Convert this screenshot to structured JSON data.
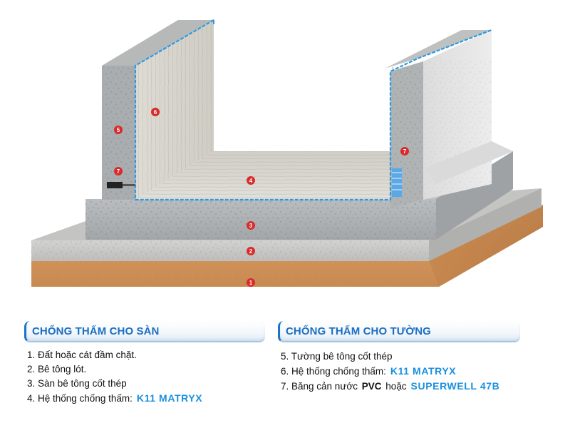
{
  "markers": {
    "m1": "1",
    "m2": "2",
    "m3": "3",
    "m4": "4",
    "m5": "5",
    "m6": "6",
    "m7a": "7",
    "m7b": "7"
  },
  "floor_legend": {
    "title": "CHỐNG THẤM CHO SÀN",
    "items": [
      {
        "text": "1. Đất hoặc cát đầm chặt."
      },
      {
        "text": "2. Bê tông lót."
      },
      {
        "text": "3. Sàn bê tông cốt thép"
      },
      {
        "text": "4. Hệ thống chống thấm:",
        "brand": "K11 MATRYX"
      }
    ]
  },
  "wall_legend": {
    "title": "CHỐNG THẤM CHO TƯỜNG",
    "items": [
      {
        "text": "5. Tường bê tông cốt thép"
      },
      {
        "text": "6. Hệ thống chống thấm:",
        "brand": "K11 MATRYX"
      },
      {
        "text": "7. Băng cản nước",
        "bold": "PVC",
        "connector": "hoặc",
        "brand": "SUPERWELL 47B"
      }
    ]
  },
  "colors": {
    "accent": "#1a6fc2",
    "brand_text": "#1a8fe0",
    "membrane": "#2a9ae0",
    "marker": "#d92b2b"
  }
}
